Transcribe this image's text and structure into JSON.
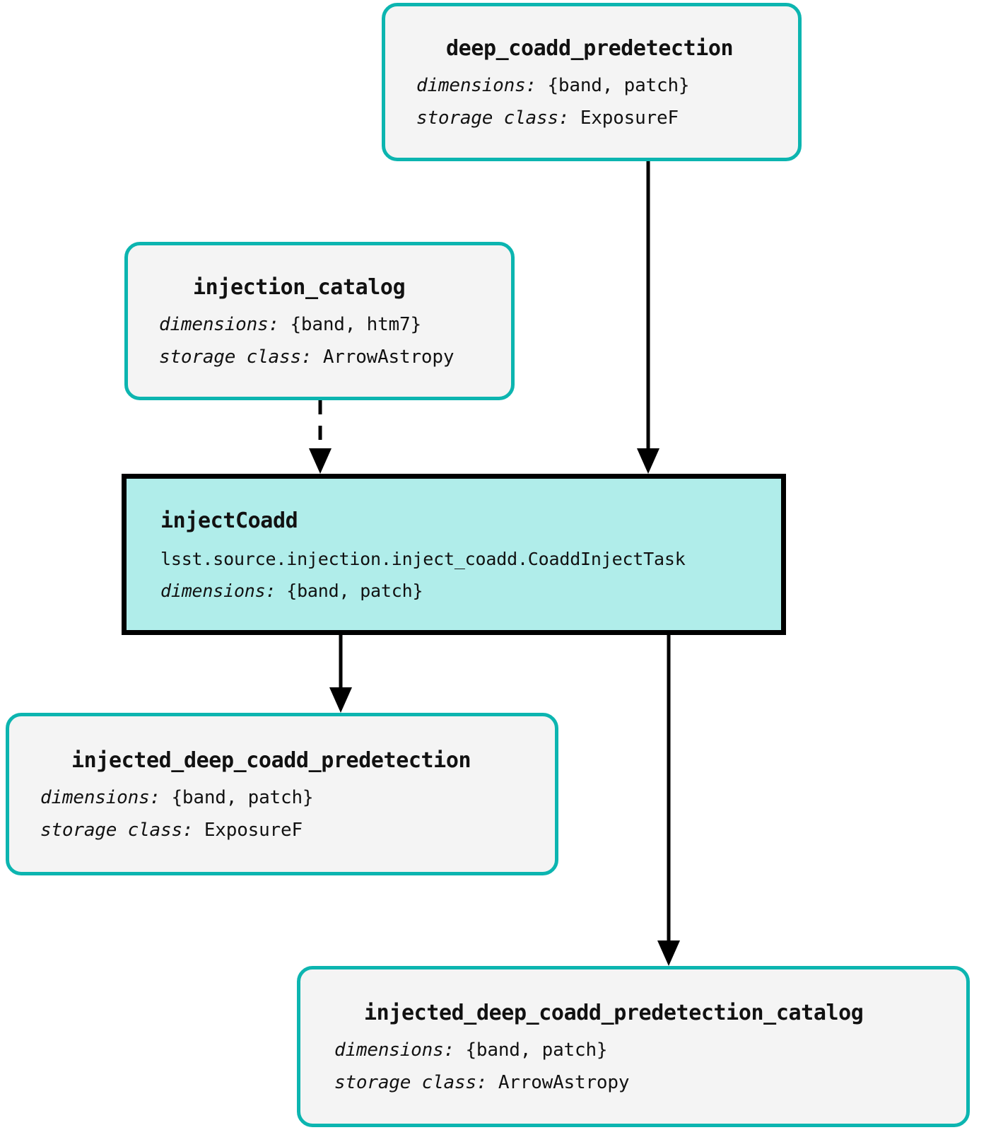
{
  "diagram": {
    "type": "pipeline-task-graph",
    "orientation": "top-to-bottom",
    "background_color": "#ffffff",
    "dataset_border_color": "#0cb5b0",
    "dataset_fill_color": "#f4f4f4",
    "task_border_color": "#000000",
    "task_fill_color": "#b0edea",
    "edge_color": "#000000",
    "labels": {
      "dimensions": "dimensions:",
      "storage_class": "storage class:"
    }
  },
  "nodes": [
    {
      "id": "deep_coadd_predetection",
      "kind": "dataset",
      "title": "deep_coadd_predetection",
      "dimensions": "{band, patch}",
      "storage_class": "ExposureF"
    },
    {
      "id": "injection_catalog",
      "kind": "dataset",
      "title": "injection_catalog",
      "dimensions": "{band, htm7}",
      "storage_class": "ArrowAstropy"
    },
    {
      "id": "injectCoadd",
      "kind": "task",
      "title": "injectCoadd",
      "task_class": "lsst.source.injection.inject_coadd.CoaddInjectTask",
      "dimensions": "{band, patch}"
    },
    {
      "id": "injected_deep_coadd_predetection",
      "kind": "dataset",
      "title": "injected_deep_coadd_predetection",
      "dimensions": "{band, patch}",
      "storage_class": "ExposureF"
    },
    {
      "id": "injected_deep_coadd_predetection_catalog",
      "kind": "dataset",
      "title": "injected_deep_coadd_predetection_catalog",
      "dimensions": "{band, patch}",
      "storage_class": "ArrowAstropy"
    }
  ],
  "edges": [
    {
      "from": "deep_coadd_predetection",
      "to": "injectCoadd",
      "style": "solid",
      "arrowhead": "filled-triangle"
    },
    {
      "from": "injection_catalog",
      "to": "injectCoadd",
      "style": "dashed",
      "arrowhead": "filled-triangle"
    },
    {
      "from": "injectCoadd",
      "to": "injected_deep_coadd_predetection",
      "style": "solid",
      "arrowhead": "filled-triangle"
    },
    {
      "from": "injectCoadd",
      "to": "injected_deep_coadd_predetection_catalog",
      "style": "solid",
      "arrowhead": "filled-triangle"
    }
  ]
}
